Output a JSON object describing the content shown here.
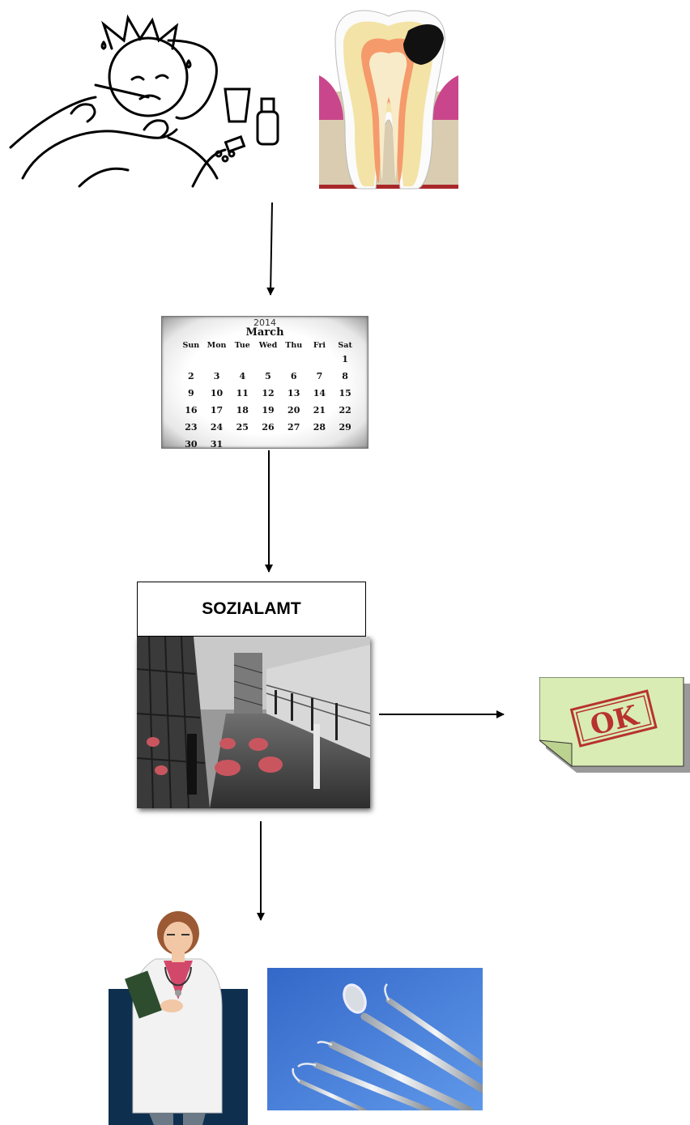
{
  "calendar": {
    "year": "2014",
    "month": "March",
    "weekdays": [
      "Sun",
      "Mon",
      "Tue",
      "Wed",
      "Thu",
      "Fri",
      "Sat"
    ],
    "weeks": [
      [
        "",
        "",
        "",
        "",
        "",
        "",
        "1"
      ],
      [
        "2",
        "3",
        "4",
        "5",
        "6",
        "7",
        "8"
      ],
      [
        "9",
        "10",
        "11",
        "12",
        "13",
        "14",
        "15"
      ],
      [
        "16",
        "17",
        "18",
        "19",
        "20",
        "21",
        "22"
      ],
      [
        "23",
        "24",
        "25",
        "26",
        "27",
        "28",
        "29"
      ],
      [
        "30",
        "31",
        "",
        "",
        "",
        "",
        ""
      ]
    ]
  },
  "office": {
    "label": "SOZIALAMT"
  },
  "approval": {
    "stamp_text": "OK"
  },
  "colors": {
    "note_fill": "#d9ecb4",
    "stamp_red": "#b8322f",
    "tooth_dentin": "#f0c27a",
    "tooth_pulp": "#f59a6b",
    "gum_pink": "#c9468c",
    "bone": "#d9ccb0",
    "doctor_backdrop": "#0f2f4f",
    "instrument_bg": "#3f78d6"
  },
  "icons": [
    "sick-person-sketch",
    "tooth-cavity-illustration",
    "calendar-image",
    "office-building-photo",
    "ok-stamp-note",
    "doctor-illustration",
    "dental-instruments-photo"
  ]
}
